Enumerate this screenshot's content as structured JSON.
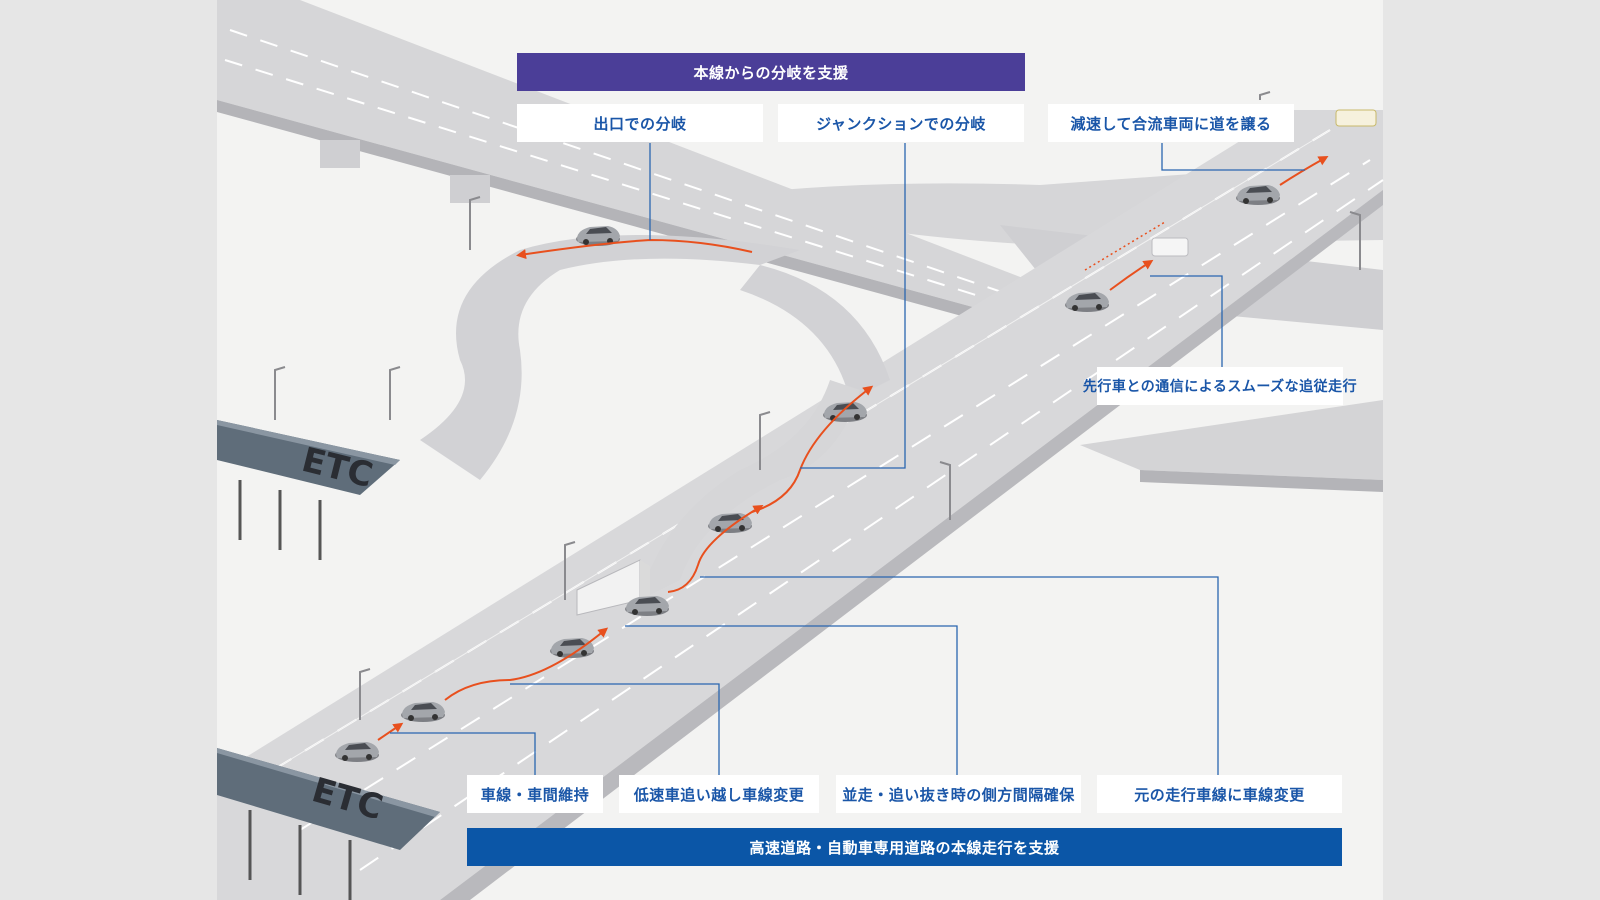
{
  "banners": {
    "top": "本線からの分岐を支援",
    "bottom": "高速道路・自動車専用道路の本線走行を支援"
  },
  "labels": {
    "exit_branch": "出口での分岐",
    "junction_branch": "ジャンクションでの分岐",
    "yield_merge": "減速して合流車両に道を譲る",
    "comm_follow": "先行車との通信によるスムーズな追従走行",
    "lane_keep": "車線・車間維持",
    "overtake": "低速車追い越し車線変更",
    "side_gap": "並走・追い抜き時の側方間隔確保",
    "return_lane": "元の走行車線に車線変更"
  },
  "signs": {
    "etc_upper": "ETC",
    "etc_lower": "ETC"
  },
  "colors": {
    "banner_top": "#4b3e98",
    "banner_bottom": "#0b56a7",
    "label_text": "#1a56a8",
    "leader_line": "#2a66b0",
    "route_arrow": "#e8501e",
    "road": "#dcdcde",
    "ground": "#f3f3f2"
  }
}
